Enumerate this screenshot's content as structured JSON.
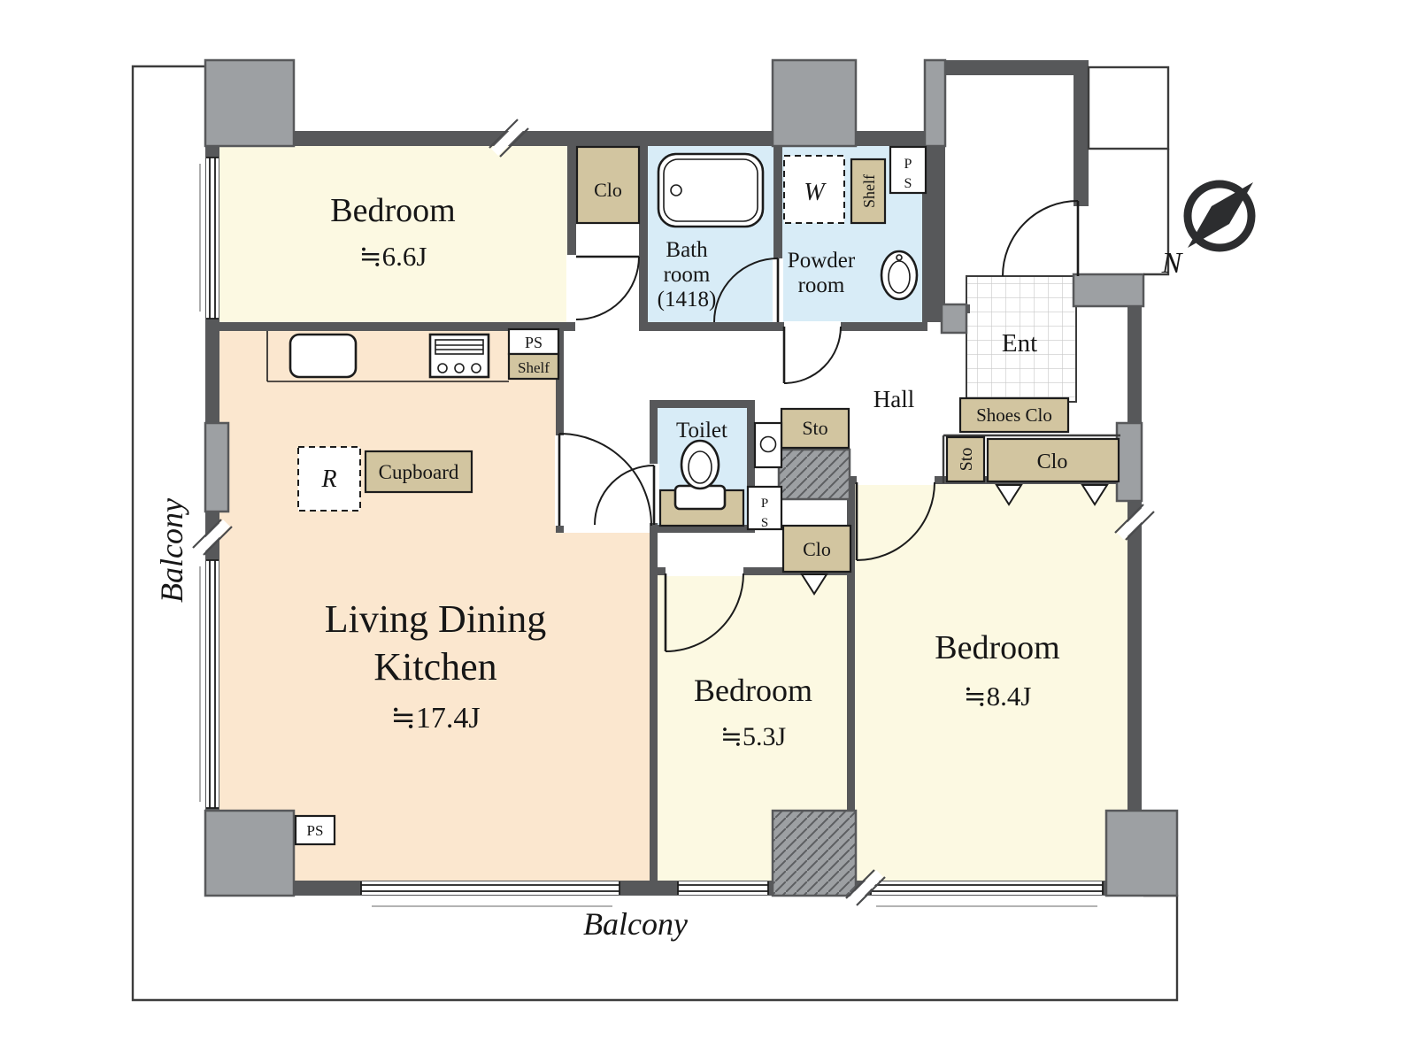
{
  "palette": {
    "wall": "#57585a",
    "pillar": "#9da0a3",
    "cream": "#fcf9e2",
    "peach": "#fbe7cf",
    "blue": "#d8ecf7",
    "tan": "#d2c5a0",
    "ink": "#1c1c1c",
    "tile": "#c9c9c9"
  },
  "balcony": {
    "left": "Balcony",
    "bottom": "Balcony"
  },
  "compass": {
    "north": "N"
  },
  "rooms": {
    "bedroom_top": {
      "name": "Bedroom",
      "size": "≒6.6J"
    },
    "bedroom_mid": {
      "name": "Bedroom",
      "size": "≒5.3J"
    },
    "bedroom_right": {
      "name": "Bedroom",
      "size": "≒8.4J"
    },
    "ldk": {
      "line1": "Living Dining",
      "line2": "Kitchen",
      "size": "≒17.4J"
    },
    "bath": {
      "line1": "Bath",
      "line2": "room",
      "line3": "(1418)"
    },
    "powder": {
      "line1": "Powder",
      "line2": "room"
    },
    "toilet": {
      "name": "Toilet"
    },
    "hall": {
      "name": "Hall"
    },
    "entrance": {
      "name": "Ent"
    },
    "shoes_closet": {
      "name": "Shoes Clo"
    }
  },
  "storage": {
    "clo": "Clo",
    "sto": "Sto",
    "shelf": "Shelf",
    "ps": "PS",
    "ps_p": "P",
    "ps_s": "S"
  },
  "fixtures": {
    "refrigerator": "R",
    "washer": "W",
    "cupboard": "Cupboard"
  }
}
